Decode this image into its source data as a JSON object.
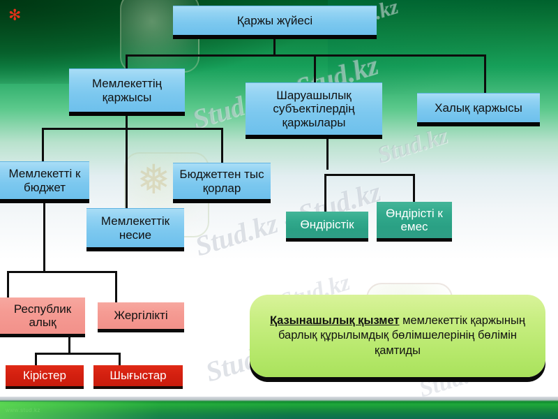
{
  "slide": {
    "accent_blue": "#7cc8ef",
    "accent_green": "#31a98c",
    "accent_pink": "#f59b93",
    "accent_red": "#d42010",
    "accent_callout": "#b6e86b",
    "asterisk": "✻",
    "watermark_text": "Stud.kz - Stud.kz",
    "watermark_short": "Stud.kz",
    "footer_text": "www.stud.kz"
  },
  "nodes": {
    "root": "Қаржы жүйесі",
    "state_finance": "Мемлекеттің қаржысы",
    "business_entities": "Шаруашылық субъектілердің қаржылары",
    "public_finance": "Халық қаржысы",
    "state_budget": "Мемлекетті к бюджет",
    "state_credit": "Мемлекеттік несие",
    "extrabudget_funds": "Бюджеттен тыс қорлар",
    "productive": "Өндірістік",
    "non_productive": "Өндірісті к емес",
    "republican": "Республик алық",
    "local": "Жергілікті",
    "revenues": "Кірістер",
    "expenditures": "Шығыстар"
  },
  "callout": {
    "emphasis": "Қазынашылық қызмет",
    "rest": " мемлекеттік қаржының барлық құрылымдық бөлімшелерінің бөлімін қамтиды"
  },
  "chart_data": {
    "type": "diagram",
    "title": "Қаржы жүйесі",
    "structure": [
      {
        "id": "root",
        "label": "Қаржы жүйесі",
        "color": "#7cc8ef",
        "children": [
          "state_finance",
          "business_entities",
          "public_finance"
        ]
      },
      {
        "id": "state_finance",
        "label": "Мемлекеттің қаржысы",
        "color": "#7cc8ef",
        "children": [
          "state_budget",
          "state_credit",
          "extrabudget_funds"
        ]
      },
      {
        "id": "business_entities",
        "label": "Шаруашылық субъектілердің қаржылары",
        "color": "#7cc8ef",
        "children": [
          "productive",
          "non_productive"
        ]
      },
      {
        "id": "public_finance",
        "label": "Халық қаржысы",
        "color": "#7cc8ef",
        "children": []
      },
      {
        "id": "state_budget",
        "label": "Мемлекетті к бюджет",
        "color": "#7cc8ef",
        "children": [
          "republican",
          "local"
        ]
      },
      {
        "id": "state_credit",
        "label": "Мемлекеттік несие",
        "color": "#7cc8ef",
        "children": []
      },
      {
        "id": "extrabudget_funds",
        "label": "Бюджеттен тыс қорлар",
        "color": "#7cc8ef",
        "children": []
      },
      {
        "id": "productive",
        "label": "Өндірістік",
        "color": "#31a98c",
        "children": []
      },
      {
        "id": "non_productive",
        "label": "Өндірісті к емес",
        "color": "#31a98c",
        "children": []
      },
      {
        "id": "republican",
        "label": "Республик алық",
        "color": "#f59b93",
        "children": [
          "revenues",
          "expenditures"
        ]
      },
      {
        "id": "local",
        "label": "Жергілікті",
        "color": "#f59b93",
        "children": []
      },
      {
        "id": "revenues",
        "label": "Кірістер",
        "color": "#d42010",
        "children": []
      },
      {
        "id": "expenditures",
        "label": "Шығыстар",
        "color": "#d42010",
        "children": []
      }
    ],
    "note": "Қазынашылық қызмет мемлекеттік қаржының барлық құрылымдық бөлімшелерінің бөлімін қамтиды"
  }
}
